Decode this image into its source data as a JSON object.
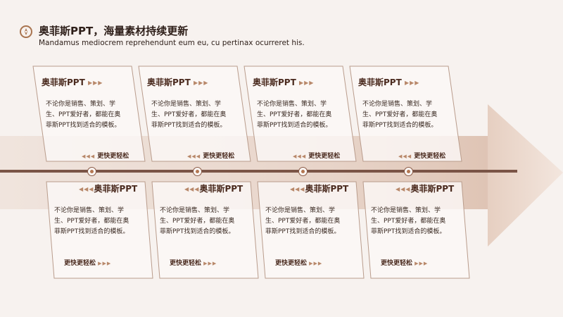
{
  "header": {
    "title": "奥菲斯PPT，海量素材持续更新",
    "subtitle": "Mandamus mediocrem reprehendunt eum eu, cu pertinax ocurreret his.",
    "icon": "compass-icon"
  },
  "colors": {
    "accent": "#b47752",
    "dark": "#4a2a1e",
    "line": "#7a5446",
    "background": "#f7f2ef"
  },
  "top_cards": [
    {
      "title": "奥菲斯PPT",
      "text": "不论你是销售、策划、学生、PPT爱好者，都能在奥菲斯PPT找到适合的模板。",
      "link": "更快更轻松"
    },
    {
      "title": "奥菲斯PPT",
      "text": "不论你是销售、策划、学生、PPT爱好者，都能在奥菲斯PPT找到适合的模板。",
      "link": "更快更轻松"
    },
    {
      "title": "奥菲斯PPT",
      "text": "不论你是销售、策划、学生、PPT爱好者，都能在奥菲斯PPT找到适合的模板。",
      "link": "更快更轻松"
    },
    {
      "title": "奥菲斯PPT",
      "text": "不论你是销售、策划、学生、PPT爱好者，都能在奥菲斯PPT找到适合的模板。",
      "link": "更快更轻松"
    }
  ],
  "bottom_cards": [
    {
      "title": "奥菲斯PPT",
      "text": "不论你是销售、策划、学生、PPT爱好者，都能在奥菲斯PPT找到适合的模板。",
      "link": "更快更轻松"
    },
    {
      "title": "奥菲斯PPT",
      "text": "不论你是销售、策划、学生、PPT爱好者，都能在奥菲斯PPT找到适合的模板。",
      "link": "更快更轻松"
    },
    {
      "title": "奥菲斯PPT",
      "text": "不论你是销售、策划、学生、PPT爱好者，都能在奥菲斯PPT找到适合的模板。",
      "link": "更快更轻松"
    },
    {
      "title": "奥菲斯PPT",
      "text": "不论你是销售、策划、学生、PPT爱好者，都能在奥菲斯PPT找到适合的模板。",
      "link": "更快更轻松"
    }
  ]
}
